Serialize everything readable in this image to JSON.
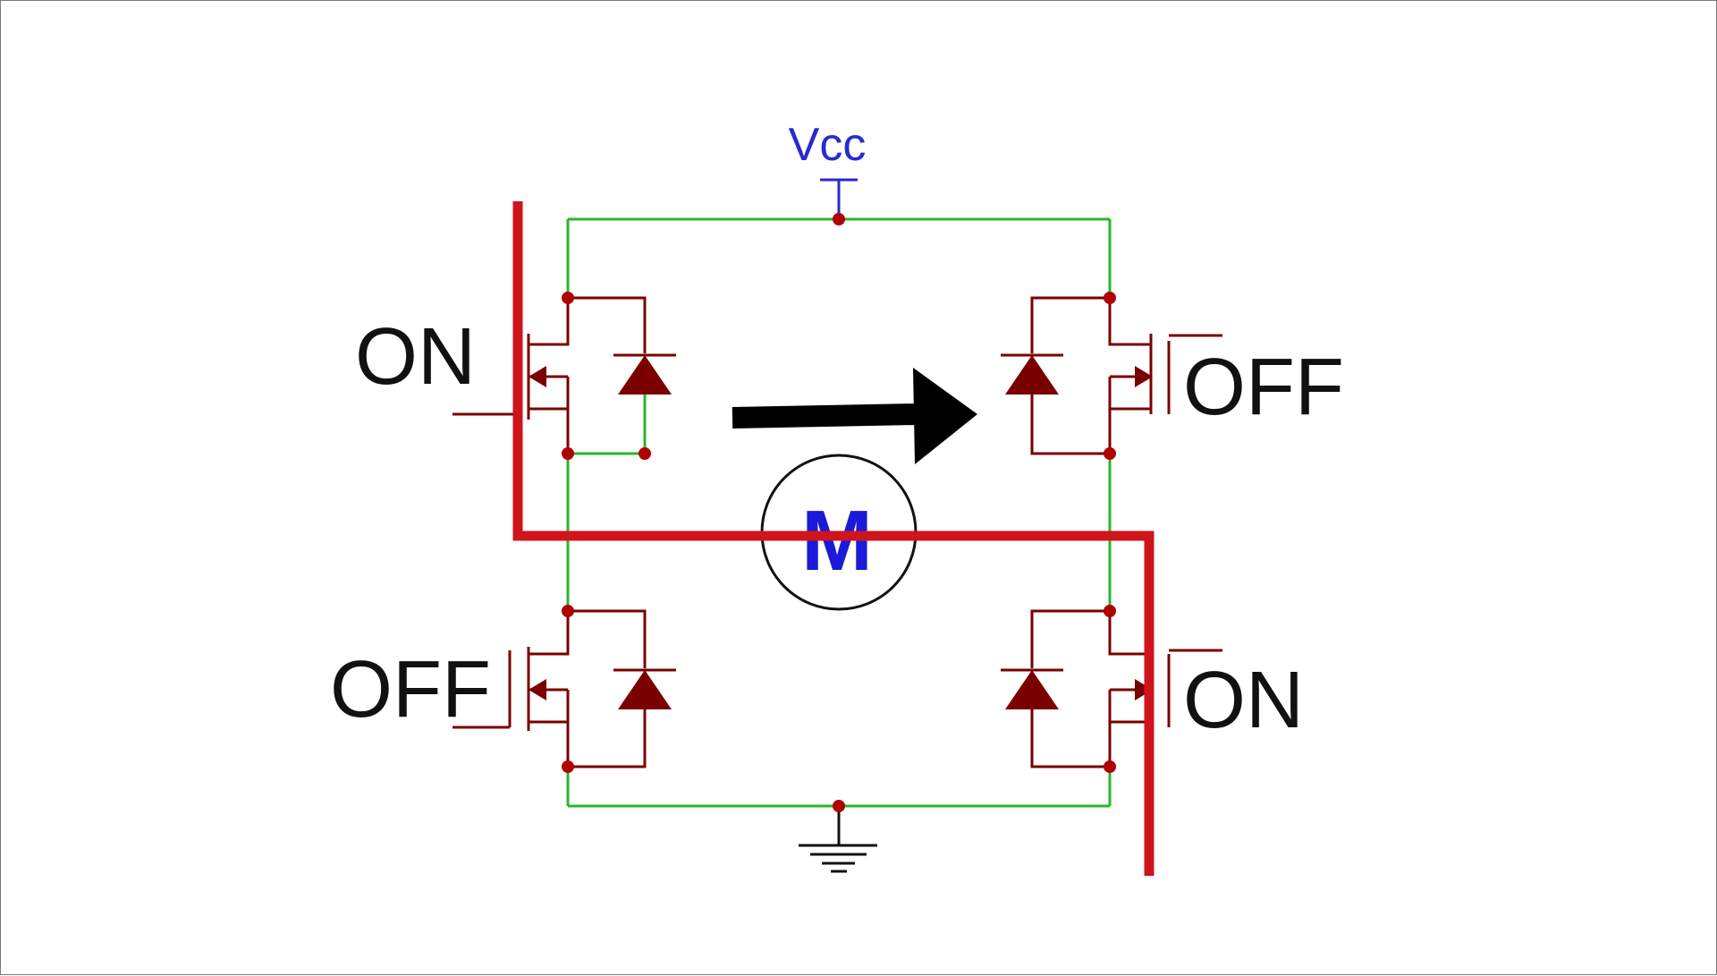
{
  "diagram": {
    "supply_label": "Vcc",
    "motor_label": "M",
    "switches": {
      "top_left": "ON",
      "top_right": "OFF",
      "bottom_left": "OFF",
      "bottom_right": "ON"
    },
    "colors": {
      "wire": "#2bb52b",
      "component": "#7a0000",
      "current_path": "#d0141c",
      "supply_text": "#2a2ad0",
      "motor_text": "#1a1ad8",
      "label_text": "#111111",
      "arrow": "#000000"
    }
  }
}
